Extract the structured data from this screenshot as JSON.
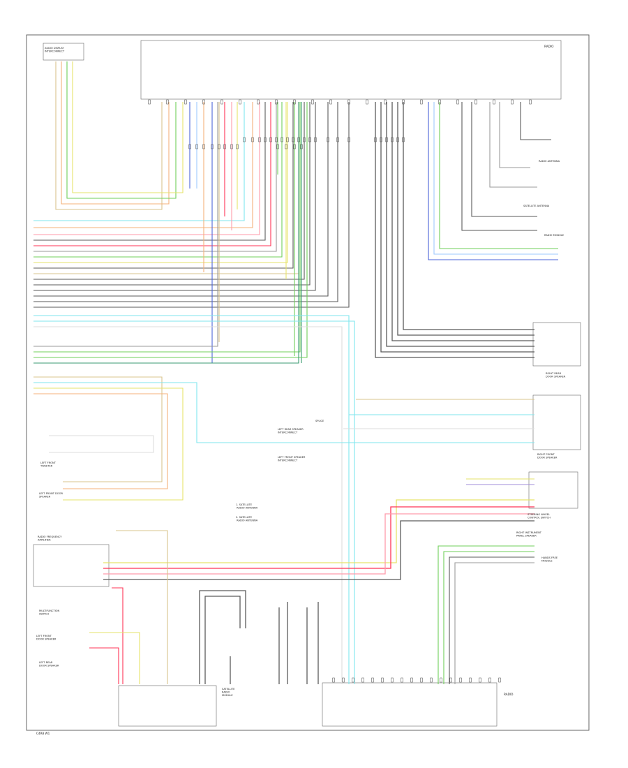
{
  "title": "",
  "colors": {
    "background": "#ffffff",
    "frame": "#555555",
    "wire_black": "#5a5a5a",
    "wire_gray": "#9a9a9a",
    "wire_red": "#ff3355",
    "wire_pink": "#ff9aaa",
    "wire_orange": "#f4b27a",
    "wire_tan": "#d9c48c",
    "wire_yellow": "#e6e36a",
    "wire_green": "#6fcf5a",
    "wire_dkgreen": "#3a9a70",
    "wire_cyan": "#7fe6ee",
    "wire_lightblue": "#9ec8ff",
    "wire_blue": "#4b63d8",
    "wire_violet": "#a28cd8",
    "wire_white": "#dddddd"
  },
  "labels": {
    "top_right_module": "RADIO",
    "bottom_right_module": "RADIO",
    "left_top_component": "AUDIO DISPLAY\nINTERCONNECT",
    "left_tweeter": "LEFT FRONT\nTWEETER",
    "left_door_speaker": "LEFT FRONT DOOR\nSPEAKER",
    "left_rear_speaker": "LEFT REAR\nDOOR SPEAKER",
    "amp_component": "RADIO FREQUENCY\nAMPLIFIER",
    "antenna_note_1": "1. SATELLITE\n   RADIO ANTENNA",
    "antenna_note_2": "2. SATELLITE\n   RADIO ANTENNA",
    "center_splice": "SPLICE",
    "center_note_a": "LEFT REAR SPEAKER\nINTERCONNECT",
    "center_note_b": "LEFT FRONT SPEAKER\nINTERCONNECT",
    "right_top_1": "RADIO ANTENNA",
    "right_top_2": "SATELLITE ANTENNA",
    "right_top_3": "RADIO MODULE",
    "right_mid_1": "RIGHT REAR\nDOOR SPEAKER",
    "right_mid_2": "RIGHT FRONT\nDOOR SPEAKER",
    "right_mid_3": "RIGHT INSTRUMENT\nPANEL SPEAKER",
    "right_low_1": "STEERING WHEEL\nCONTROL SWITCH",
    "right_low_2": "HANDS FREE\nMODULE",
    "bottom_left_1": "MULTIFUNCTION\nSWITCH",
    "bottom_left_2": "SATELLITE\nRADIO\nMODULE",
    "bottom_left_3": "LEFT FRONT\nDOOR SPEAKER",
    "footer_code": "C4R8 W1"
  }
}
